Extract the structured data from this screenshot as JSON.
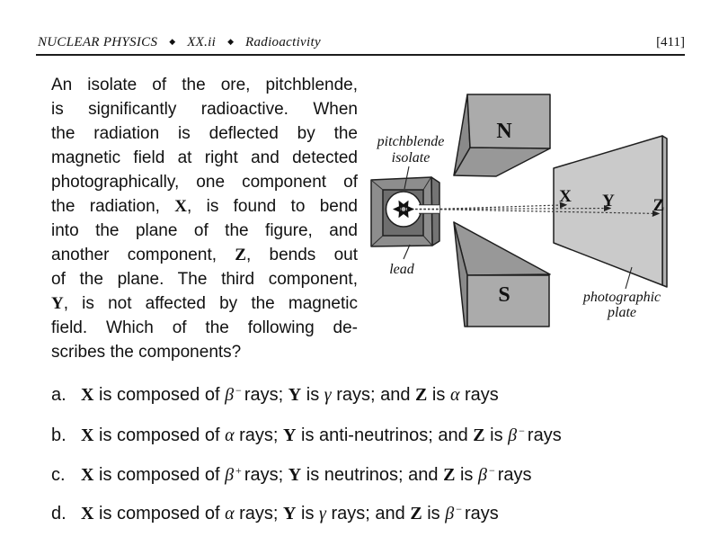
{
  "header": {
    "course": "NUCLEAR PHYSICS",
    "section": "XX.ii",
    "topic": "Radioactivity",
    "separator": "◆",
    "page_number": "[411]"
  },
  "question": {
    "lines": [
      [
        {
          "t": "An isolate of the ore, pitchblende,",
          "s": "plain"
        }
      ],
      [
        {
          "t": "is significantly radioactive.  When",
          "s": "plain"
        }
      ],
      [
        {
          "t": "the radiation is deflected by the",
          "s": "plain"
        }
      ],
      [
        {
          "t": "magnetic field at right and detected",
          "s": "plain"
        }
      ],
      [
        {
          "t": "photographically, one component of",
          "s": "plain"
        }
      ],
      [
        {
          "t": "the radiation, ",
          "s": "plain"
        },
        {
          "t": "X",
          "s": "var"
        },
        {
          "t": ", is found to bend",
          "s": "plain"
        }
      ],
      [
        {
          "t": "into the plane of the figure, and",
          "s": "plain"
        }
      ],
      [
        {
          "t": "another component, ",
          "s": "plain"
        },
        {
          "t": "Z",
          "s": "var"
        },
        {
          "t": ", bends out",
          "s": "plain"
        }
      ],
      [
        {
          "t": "of the plane.  The third component,",
          "s": "plain"
        }
      ],
      [
        {
          "t": "Y",
          "s": "var"
        },
        {
          "t": ", is not affected by the magnetic",
          "s": "plain"
        }
      ],
      [
        {
          "t": "field.  Which of the following de-",
          "s": "plain"
        }
      ],
      [
        {
          "t": "scribes the components?",
          "s": "plain"
        }
      ]
    ]
  },
  "diagram": {
    "source_label_1": "pitchblende",
    "source_label_2": "isolate",
    "shield_label": "lead",
    "north_pole": "N",
    "south_pole": "S",
    "plate_label_1": "photographic",
    "plate_label_2": "plate",
    "beam_label_x": "X",
    "beam_label_y": "Y",
    "beam_label_z": "Z",
    "colors": {
      "magnet_face": "#ababab",
      "magnet_shade": "#989898",
      "magnet_dark": "#8a8a8a",
      "plate": "#cacaca",
      "plate_edge": "#b0b0b0",
      "lead_front": "#8d8d8d",
      "lead_side": "#747474",
      "lead_recess": "#6e6e6e",
      "source_fill": "#b5b5b5"
    }
  },
  "options": [
    {
      "label": "a.",
      "segments": [
        {
          "t": "X",
          "s": "var"
        },
        {
          "t": " is composed of ",
          "s": "plain"
        },
        {
          "t": "β",
          "s": "greek"
        },
        {
          "t": "−",
          "s": "sup"
        },
        {
          "t": "rays; ",
          "s": "plain"
        },
        {
          "t": "Y",
          "s": "var"
        },
        {
          "t": " is ",
          "s": "plain"
        },
        {
          "t": "γ",
          "s": "greek"
        },
        {
          "t": " rays; and ",
          "s": "plain"
        },
        {
          "t": "Z",
          "s": "var"
        },
        {
          "t": " is ",
          "s": "plain"
        },
        {
          "t": "α",
          "s": "greek"
        },
        {
          "t": " rays",
          "s": "plain"
        }
      ]
    },
    {
      "label": "b.",
      "segments": [
        {
          "t": "X",
          "s": "var"
        },
        {
          "t": " is composed of ",
          "s": "plain"
        },
        {
          "t": "α",
          "s": "greek"
        },
        {
          "t": " rays; ",
          "s": "plain"
        },
        {
          "t": "Y",
          "s": "var"
        },
        {
          "t": " is anti-neutrinos; and ",
          "s": "plain"
        },
        {
          "t": "Z",
          "s": "var"
        },
        {
          "t": " is ",
          "s": "plain"
        },
        {
          "t": "β",
          "s": "greek"
        },
        {
          "t": "−",
          "s": "sup"
        },
        {
          "t": "rays",
          "s": "plain"
        }
      ]
    },
    {
      "label": "c.",
      "segments": [
        {
          "t": "X",
          "s": "var"
        },
        {
          "t": " is composed of ",
          "s": "plain"
        },
        {
          "t": "β",
          "s": "greek"
        },
        {
          "t": "+",
          "s": "sup"
        },
        {
          "t": "rays; ",
          "s": "plain"
        },
        {
          "t": "Y",
          "s": "var"
        },
        {
          "t": " is neutrinos; and ",
          "s": "plain"
        },
        {
          "t": "Z",
          "s": "var"
        },
        {
          "t": " is ",
          "s": "plain"
        },
        {
          "t": "β",
          "s": "greek"
        },
        {
          "t": "−",
          "s": "sup"
        },
        {
          "t": "rays",
          "s": "plain"
        }
      ]
    },
    {
      "label": "d.",
      "segments": [
        {
          "t": "X",
          "s": "var"
        },
        {
          "t": " is composed of ",
          "s": "plain"
        },
        {
          "t": "α",
          "s": "greek"
        },
        {
          "t": " rays; ",
          "s": "plain"
        },
        {
          "t": "Y",
          "s": "var"
        },
        {
          "t": " is ",
          "s": "plain"
        },
        {
          "t": "γ",
          "s": "greek"
        },
        {
          "t": " rays; and ",
          "s": "plain"
        },
        {
          "t": "Z",
          "s": "var"
        },
        {
          "t": " is ",
          "s": "plain"
        },
        {
          "t": "β",
          "s": "greek"
        },
        {
          "t": "−",
          "s": "sup"
        },
        {
          "t": "rays",
          "s": "plain"
        }
      ]
    }
  ]
}
